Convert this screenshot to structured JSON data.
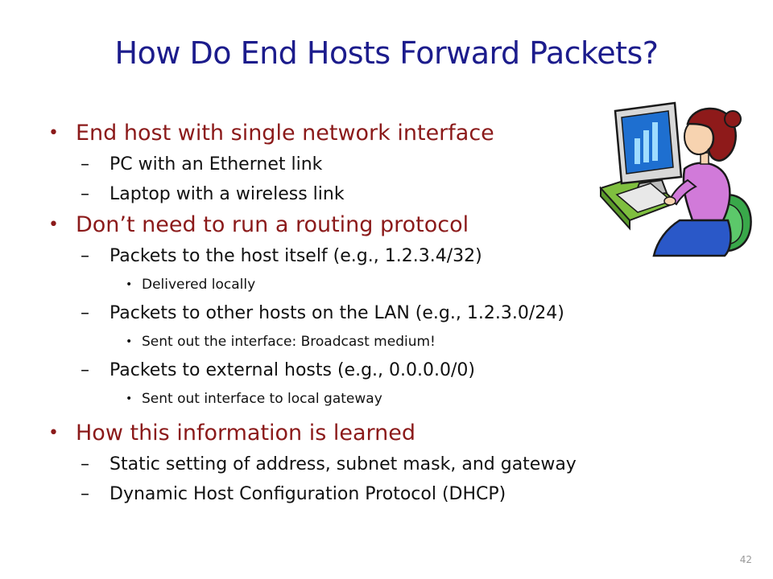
{
  "slide": {
    "title": "How Do End Hosts Forward Packets?",
    "bullets": [
      {
        "text": "End host with single network interface",
        "sub": [
          {
            "text": "PC with an Ethernet link",
            "sub": []
          },
          {
            "text": "Laptop with a wireless link",
            "sub": []
          }
        ]
      },
      {
        "text": "Don’t need to run a routing protocol",
        "sub": [
          {
            "text": "Packets to the host itself (e.g., 1.2.3.4/32)",
            "sub": [
              "Delivered locally"
            ]
          },
          {
            "text": "Packets to other hosts on the LAN (e.g., 1.2.3.0/24)",
            "sub": [
              "Sent out the interface:  Broadcast medium!"
            ]
          },
          {
            "text": "Packets to external hosts (e.g., 0.0.0.0/0)",
            "sub": [
              "Sent out interface to local gateway"
            ]
          }
        ]
      },
      {
        "text": "How this information is learned",
        "sub": [
          {
            "text": "Static setting of address, subnet mask, and gateway",
            "sub": []
          },
          {
            "text": "Dynamic Host Configuration Protocol (DHCP)",
            "sub": []
          }
        ]
      }
    ],
    "page_number": "42",
    "clipart_icon": "person-at-computer-icon"
  }
}
